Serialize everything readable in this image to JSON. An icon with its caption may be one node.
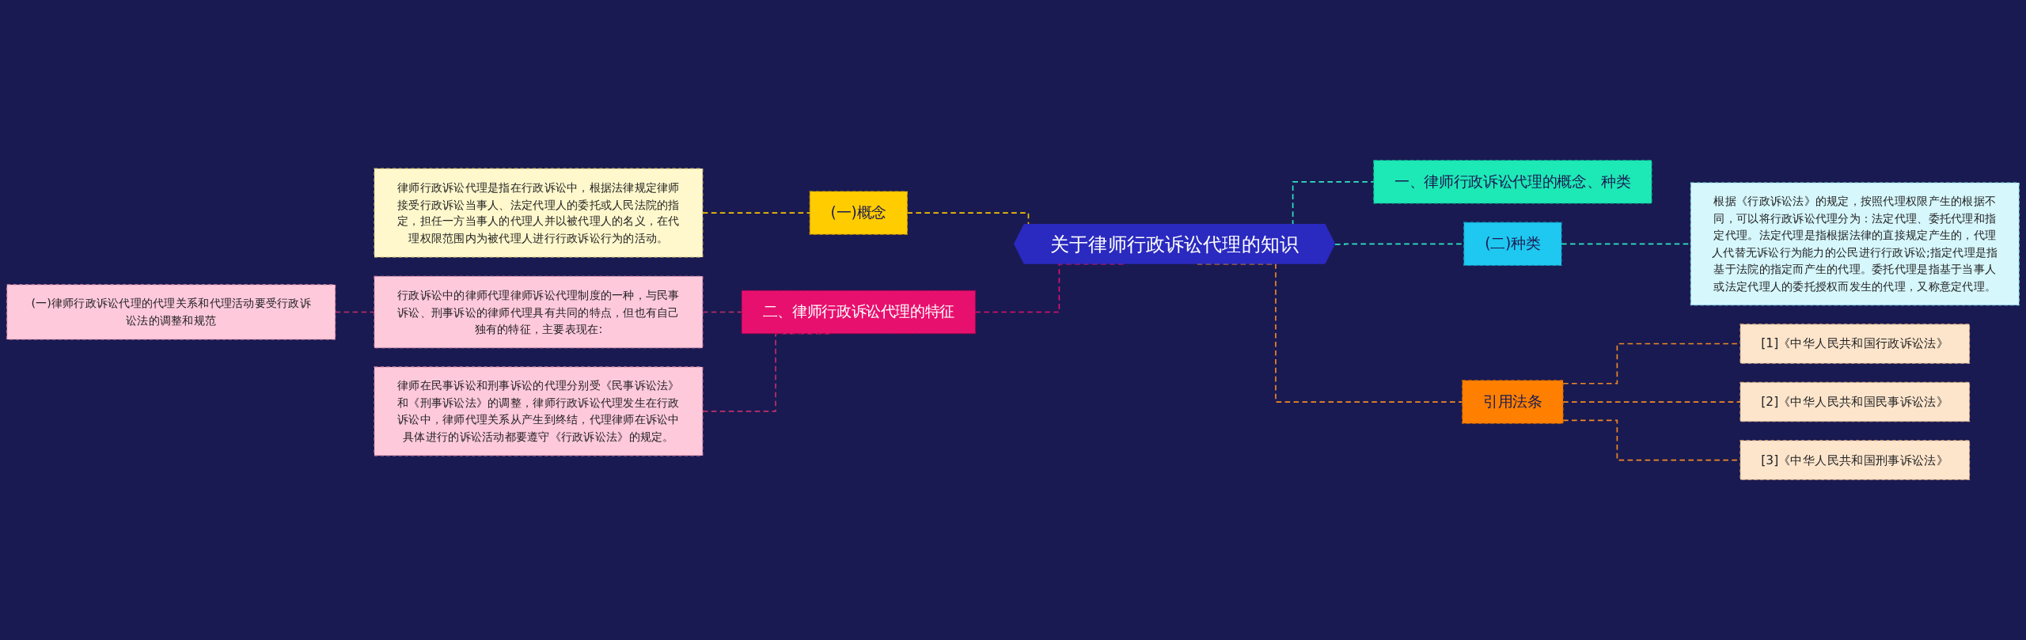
{
  "diagram": {
    "nodes": [
      {
        "text": [
          "关于律师行政诉讼代理的知识"
        ]
      },
      {
        "text": [
          "一、律师行政诉讼代理的概念、种类"
        ]
      },
      {
        "text": [
          "(二)种类"
        ]
      },
      {
        "text": [
          "根据《行政诉讼法》的规定，按照代理权限产生的根据不同，可以将行政诉讼代理分为：法定代理、委托代理和指定代理。法定代理是指根据法律的直接规定产生的，代理人代替无诉讼行为能力的公民进行行政诉讼;指定代理是指基于法院的指定而产生的代理。委托代理是指基于当事人或法定代理人的委托授权而发生的代理，又称意定代理。"
        ]
      },
      {
        "text": [
          "引用法条"
        ]
      },
      {
        "text": [
          "[1]《中华人民共和国行政诉讼法》"
        ]
      },
      {
        "text": [
          "[2]《中华人民共和国民事诉讼法》"
        ]
      },
      {
        "text": [
          "[3]《中华人民共和国刑事诉讼法》"
        ]
      },
      {
        "text": [
          "(一)概念"
        ]
      },
      {
        "text": [
          "律师行政诉讼代理是指在行政诉讼中，根据法律规定律师接受行政诉讼当事人、法定代理人的委托或人民法院的指定，担任一方当事人的代理人并以被代理人的名义，在代理权限范围内为被代理人进行行政诉讼行为的活动。"
        ]
      },
      {
        "text": [
          "二、律师行政诉讼代理的特征"
        ]
      },
      {
        "text": [
          "行政诉讼中的律师代理律师诉讼代理制度的一种，与民事诉讼、刑事诉讼的律师代理具有共同的特点，但也有自己独有的特征，主要表现在:"
        ]
      },
      {
        "text": [
          "律师在民事诉讼和刑事诉讼的代理分别受《民事诉讼法》和《刑事诉讼法》的调整，律师行政诉讼代理发生在行政诉讼中，律师代理关系从产生到终结，代理律师在诉讼中具体进行的诉讼活动都要遵守《行政诉讼法》的规定。"
        ]
      },
      {
        "text": [
          "(一)律师行政诉讼代理的代理关系和代理活动要受行政诉讼法的调整和规范"
        ]
      }
    ],
    "edges": [
      {
        "from": 0,
        "to": 1,
        "arrow": "none",
        "style": "dashed",
        "color": "#2ee6c0"
      },
      {
        "from": 0,
        "to": 2,
        "arrow": "none",
        "style": "dashed",
        "color": "#2ee6c0"
      },
      {
        "from": 2,
        "to": 3,
        "arrow": "none",
        "style": "dashed",
        "color": "#2ee6c0"
      },
      {
        "from": 0,
        "to": 4,
        "arrow": "none",
        "style": "dashed",
        "color": "#f08a24"
      },
      {
        "from": 4,
        "to": 5,
        "arrow": "none",
        "style": "dashed",
        "color": "#f08a24"
      },
      {
        "from": 4,
        "to": 6,
        "arrow": "none",
        "style": "dashed",
        "color": "#f08a24"
      },
      {
        "from": 4,
        "to": 7,
        "arrow": "none",
        "style": "dashed",
        "color": "#f08a24"
      },
      {
        "from": 8,
        "to": 0,
        "arrow": "none",
        "style": "dashed",
        "color": "#f5c400"
      },
      {
        "from": 9,
        "to": 8,
        "arrow": "none",
        "style": "dashed",
        "color": "#f5c400"
      },
      {
        "from": 10,
        "to": 0,
        "arrow": "none",
        "style": "dashed",
        "color": "#e0106e"
      },
      {
        "from": 11,
        "to": 10,
        "arrow": "none",
        "style": "dashed",
        "color": "#c0306a"
      },
      {
        "from": 12,
        "to": 10,
        "arrow": "none",
        "style": "dashed",
        "color": "#c0306a"
      },
      {
        "from": 13,
        "to": 11,
        "arrow": "none",
        "style": "dashed",
        "color": "#c0306a"
      }
    ]
  }
}
